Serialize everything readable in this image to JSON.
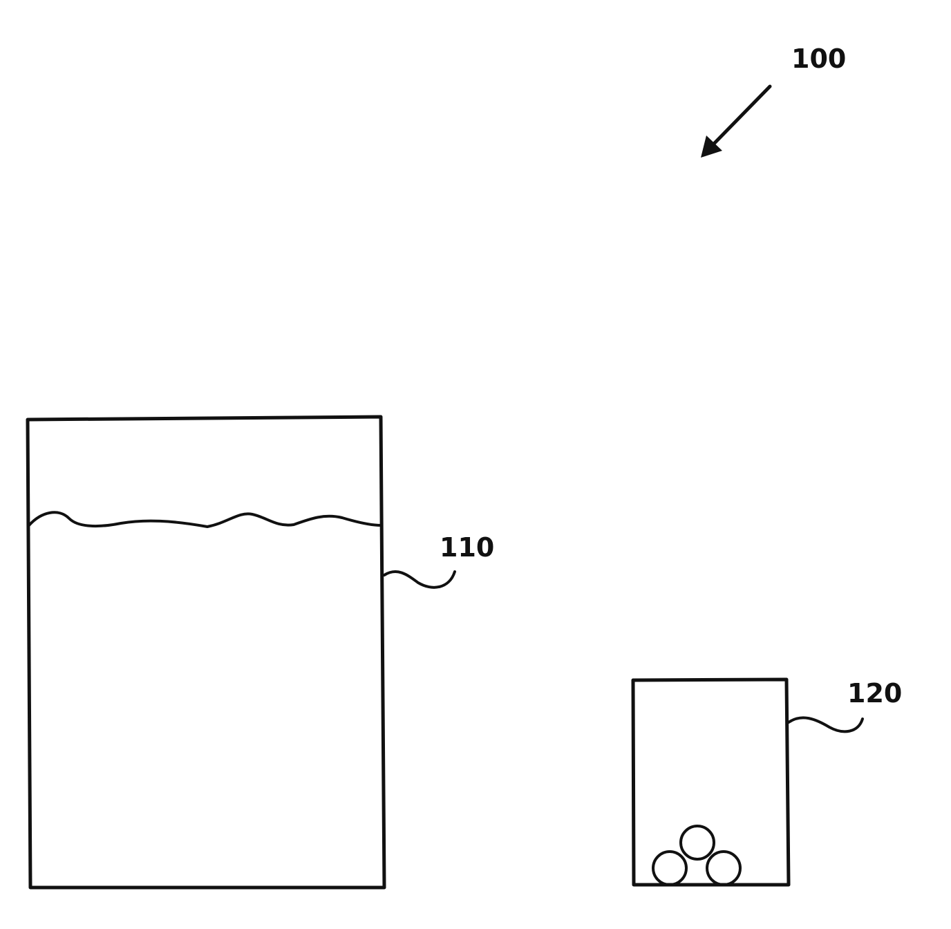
{
  "figure": {
    "labels": {
      "overall": "100",
      "large_container": "110",
      "small_container": "120"
    },
    "colors": {
      "ink": "#111111",
      "background": "#ffffff"
    }
  }
}
